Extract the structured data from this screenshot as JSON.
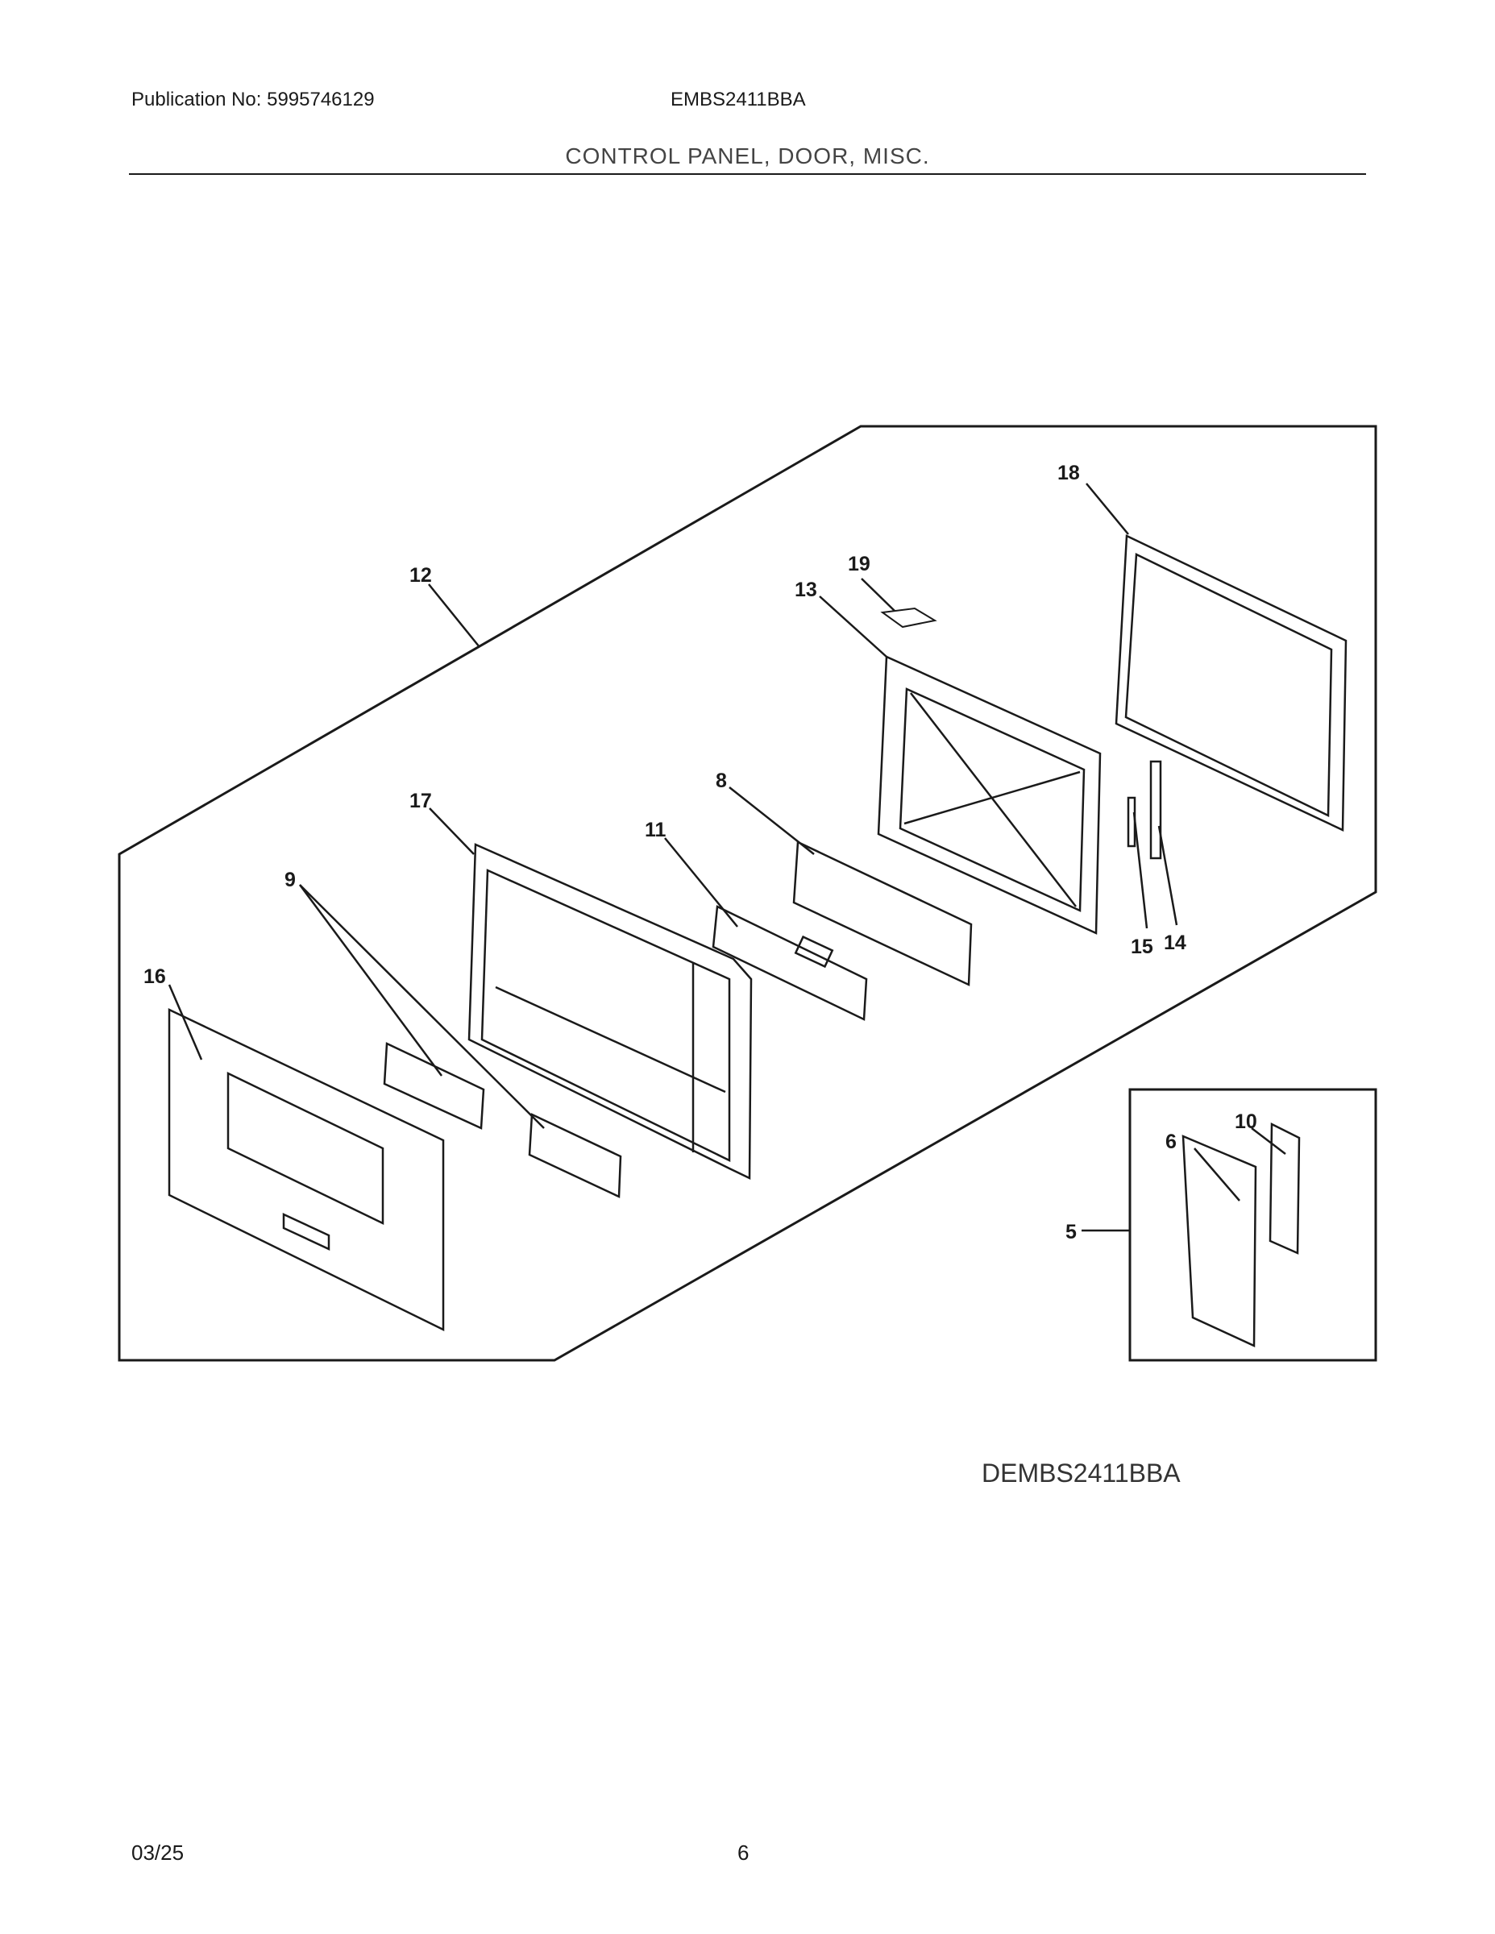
{
  "header": {
    "publication": "Publication No: 5995746129",
    "model": "EMBS2411BBA",
    "title": "CONTROL PANEL, DOOR, MISC."
  },
  "callouts": {
    "c18": "18",
    "c19": "19",
    "c13": "13",
    "c12": "12",
    "c8": "8",
    "c17": "17",
    "c11": "11",
    "c9": "9",
    "c16": "16",
    "c15": "15",
    "c14": "14",
    "c10": "10",
    "c6": "6",
    "c5": "5"
  },
  "figure_id": "DEMBS2411BBA",
  "footer": {
    "date": "03/25",
    "page": "6"
  }
}
